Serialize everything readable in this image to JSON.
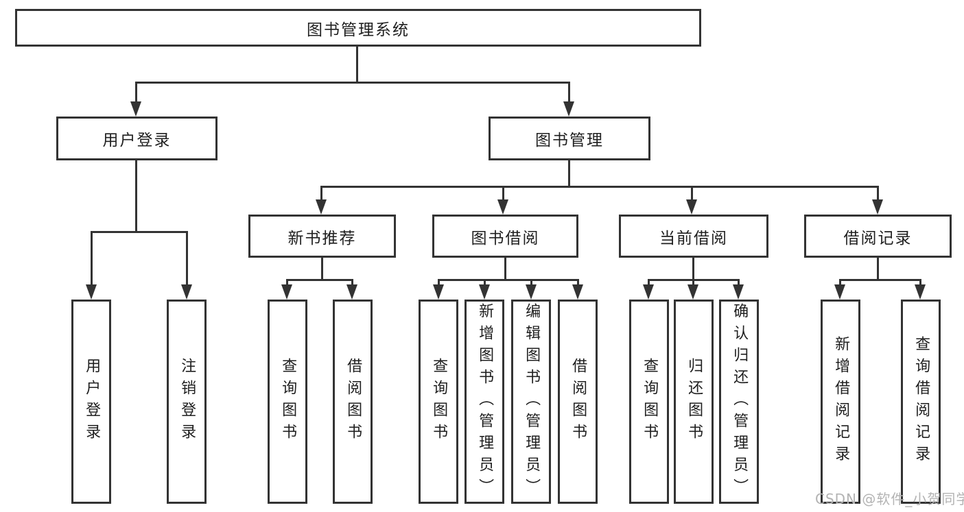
{
  "diagram": {
    "title_node": "图书管理系统",
    "user_branch": {
      "label": "用户登录",
      "children": [
        "用户登录",
        "注销登录"
      ]
    },
    "book_branch": {
      "label": "图书管理",
      "groups": [
        {
          "label": "新书推荐",
          "children": [
            "查询图书",
            "借阅图书"
          ]
        },
        {
          "label": "图书借阅",
          "children": [
            "查询图书",
            "新增图书（管理员）",
            "编辑图书（管理员）",
            "借阅图书"
          ]
        },
        {
          "label": "当前借阅",
          "children": [
            "查询图书",
            "归还图书",
            "确认归还（管理员）"
          ]
        },
        {
          "label": "借阅记录",
          "children": [
            "新增借阅记录",
            "查询借阅记录"
          ]
        }
      ]
    }
  },
  "watermark": {
    "text": "CSDN @软件_小贺同学"
  },
  "colors": {
    "line": "#333333",
    "text": "#1f1f1f",
    "watermark": "#b3b3b3",
    "background": "#ffffff"
  }
}
